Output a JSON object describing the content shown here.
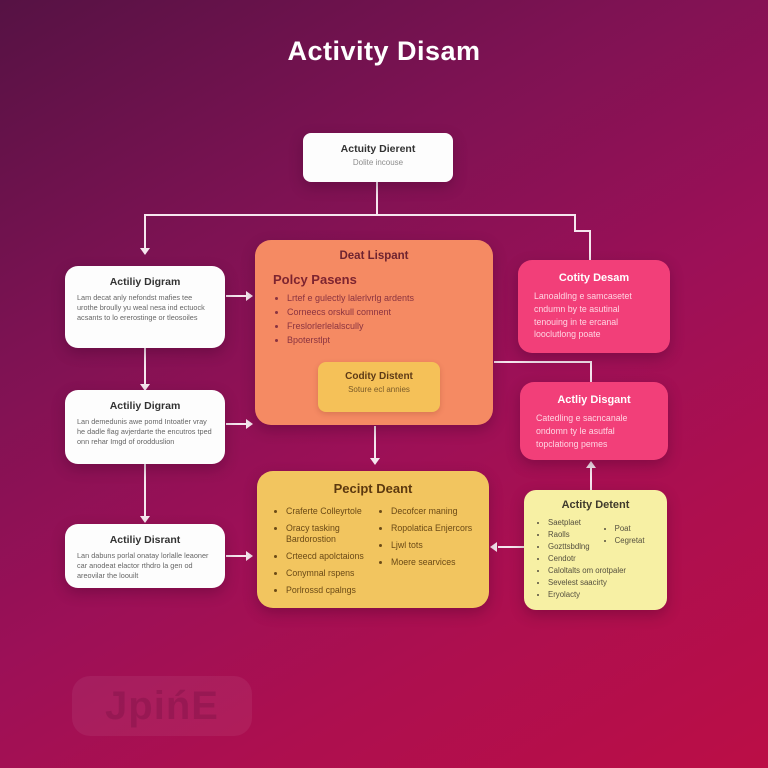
{
  "title": "Activity Disam",
  "top_box": {
    "title": "Actuity Dierent",
    "subtitle": "Dolite incouse"
  },
  "left_boxes": [
    {
      "title": "Actiliy Digram",
      "body": "Lam decat anly nefondst mafies tee urothe broully yu weal nesa ind ectuock acsants to lo ererostinge or tleosoiles"
    },
    {
      "title": "Actiliy Digram",
      "body": "Lan demedunis awe pomd Intoatler vray he dadle flag avjerdarte the encutros tped onn rehar Imgd of orodduslion"
    },
    {
      "title": "Actiliy Disrant",
      "body": "Lan dabuns porlal onatay lorlalle leaoner car anodeat elactor rthdro la gen od areovilar the loouilt"
    }
  ],
  "process_box": {
    "title": "Deat Lispant",
    "subtitle": "Polcy Pasens",
    "bullets": [
      "Lrtef e gulectly lalerlvrlg ardents",
      "Corneecs orskull comnent",
      "Freslorlerlelalscully",
      "Bpoterstlpt"
    ],
    "inner_box": {
      "title": "Codity Distent",
      "subtitle": "Soture ecl annies"
    }
  },
  "right_boxes": [
    {
      "title": "Cotity Desam",
      "body": "Lanoaldlng e samcasetet cndumn by te asutinal tenouing in te ercanal looclutlong poate"
    },
    {
      "title": "Actliy Disgant",
      "body": "Catedling e sacncanale ondomn ty le asutfal topclationg pemes"
    }
  ],
  "receipt_box": {
    "title": "Pecipt Deant",
    "bullets_left": [
      "Craferte Colleyrtole",
      "Oracy tasking Bardorostion",
      "Crteecd apolctaions",
      "Conymnal rspens",
      "Porlrossd cpalngs"
    ],
    "bullets_right": [
      "Decofcer maning",
      "Ropolatica Enjercors",
      "Ljwl tots",
      "Moere searvices"
    ]
  },
  "detail_box": {
    "title": "Actity Detent",
    "bullets_left": [
      "Saetplaet",
      "Raolls",
      "Gozttsbdlng",
      "Cendotr",
      "Caloltalts om orotpaler",
      "Sevelest saacirty",
      "Eryolacty"
    ],
    "bullets_right": [
      "Poat",
      "Cegretat"
    ]
  },
  "watermark": "JpińE",
  "colors": {
    "background_top": "#561244",
    "background_bottom": "#BB0E46",
    "node_white": "#FDFDFD",
    "node_orange": "#F58A63",
    "node_inner_yellow": "#F5C158",
    "node_pink": "#F23F79",
    "node_yellow": "#F2C55F",
    "node_pale_yellow": "#F7F0A4",
    "connector": "#F6E7EF"
  }
}
